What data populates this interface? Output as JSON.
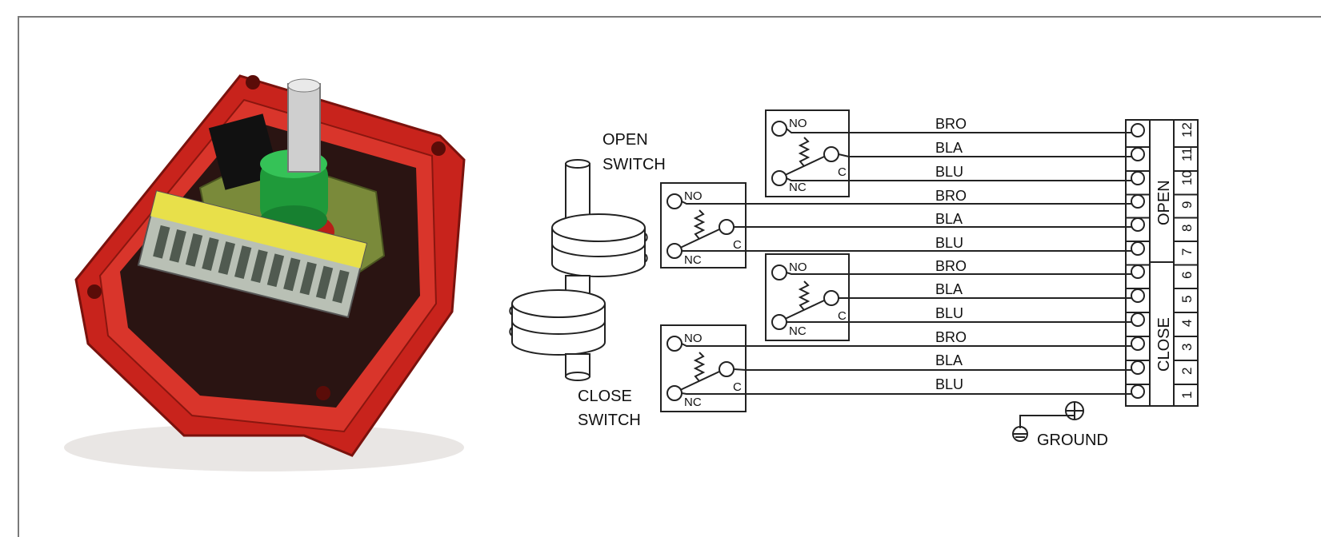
{
  "switch_labels": {
    "open_line1": "OPEN",
    "open_line2": "SWITCH",
    "close_line1": "CLOSE",
    "close_line2": "SWITCH"
  },
  "contact_labels": {
    "no": "NO",
    "nc": "NC",
    "c": "C"
  },
  "wires": [
    {
      "color": "BRO",
      "terminal": "12"
    },
    {
      "color": "BLA",
      "terminal": "11"
    },
    {
      "color": "BLU",
      "terminal": "10"
    },
    {
      "color": "BRO",
      "terminal": "9"
    },
    {
      "color": "BLA",
      "terminal": "8"
    },
    {
      "color": "BLU",
      "terminal": "7"
    },
    {
      "color": "BRO",
      "terminal": "6"
    },
    {
      "color": "BLA",
      "terminal": "5"
    },
    {
      "color": "BLU",
      "terminal": "4"
    },
    {
      "color": "BRO",
      "terminal": "3"
    },
    {
      "color": "BLA",
      "terminal": "2"
    },
    {
      "color": "BLU",
      "terminal": "1"
    }
  ],
  "terminal_groups": {
    "open": "OPEN",
    "close": "CLOSE"
  },
  "ground_label": "GROUND",
  "colors": {
    "enclosure": "#c8231c",
    "terminal_block": "#e8e04a",
    "line": "#222222"
  }
}
